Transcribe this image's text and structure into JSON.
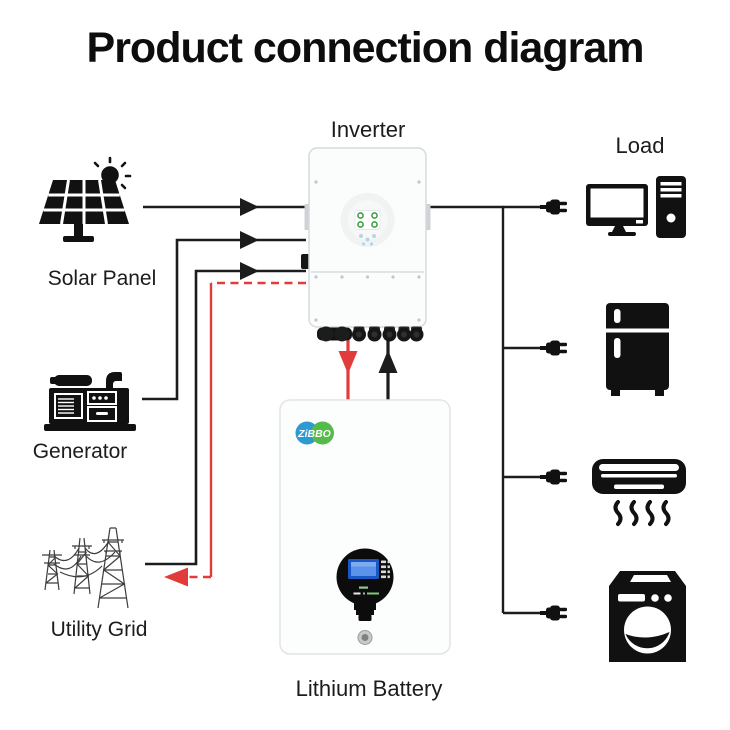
{
  "title": "Product connection diagram",
  "nodes": {
    "inverter": {
      "label": "Inverter"
    },
    "battery": {
      "label": "Lithium Battery",
      "brand": "ZiBBO"
    },
    "solar": {
      "label": "Solar Panel"
    },
    "generator": {
      "label": "Generator"
    },
    "grid": {
      "label": "Utility Grid"
    },
    "load": {
      "label": "Load",
      "devices": [
        "computer",
        "refrigerator",
        "air-conditioner",
        "washing-machine"
      ]
    }
  },
  "connections": [
    {
      "from": "solar-panel",
      "to": "inverter",
      "style": "solid",
      "color": "#1c1c1c",
      "arrow": "to"
    },
    {
      "from": "generator",
      "to": "inverter",
      "style": "solid",
      "color": "#1c1c1c",
      "arrow": "to"
    },
    {
      "from": "utility-grid",
      "to": "inverter",
      "style": "solid",
      "color": "#1c1c1c",
      "arrow": "to"
    },
    {
      "from": "inverter",
      "to": "utility-grid",
      "style": "dashed",
      "color": "#e23b3b",
      "arrow": "to"
    },
    {
      "from": "inverter",
      "to": "battery",
      "style": "solid",
      "color": "#e23b3b",
      "arrow": "to",
      "meaning": "charge"
    },
    {
      "from": "battery",
      "to": "inverter",
      "style": "solid",
      "color": "#1c1c1c",
      "arrow": "to",
      "meaning": "discharge"
    },
    {
      "from": "inverter",
      "to": "load-computer",
      "style": "solid",
      "color": "#1c1c1c",
      "connector": "plug"
    },
    {
      "from": "inverter",
      "to": "load-refrigerator",
      "style": "solid",
      "color": "#1c1c1c",
      "connector": "plug"
    },
    {
      "from": "inverter",
      "to": "load-air-conditioner",
      "style": "solid",
      "color": "#1c1c1c",
      "connector": "plug"
    },
    {
      "from": "inverter",
      "to": "load-washing-machine",
      "style": "solid",
      "color": "#1c1c1c",
      "connector": "plug"
    }
  ],
  "colors": {
    "line_black": "#1c1c1c",
    "flow_red": "#e23b3b",
    "lcd_blue": "#5b92ea",
    "logo_blue": "#2d9ad1",
    "logo_green": "#54ba49"
  }
}
